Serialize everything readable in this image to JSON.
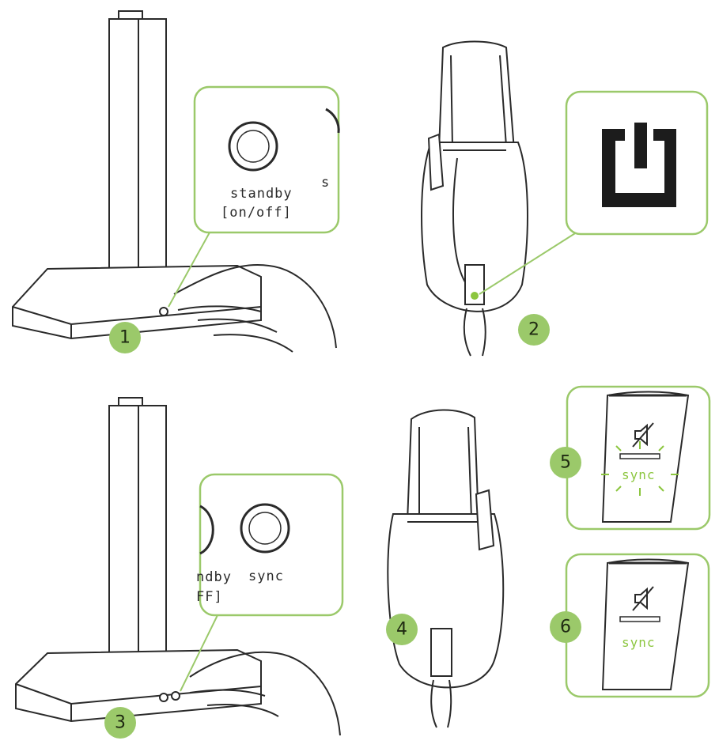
{
  "callouts": {
    "standby_label": "standby",
    "on_off_label": "[on/off]",
    "standby_cut_label": "s",
    "sync_cut_label": "ndby",
    "off_cut_label": "FF]",
    "sync_label": "sync",
    "sync_label_lit": "sync",
    "sync_label_steady": "sync"
  },
  "steps": [
    "1",
    "2",
    "3",
    "4",
    "5",
    "6"
  ],
  "colors": {
    "accent_green": "#8cc63f",
    "badge_green": "#9bc96a",
    "line": "#2a2a2a",
    "power_icon": "#1c1c1c"
  },
  "icons": [
    "power-icon",
    "mute-icon"
  ]
}
